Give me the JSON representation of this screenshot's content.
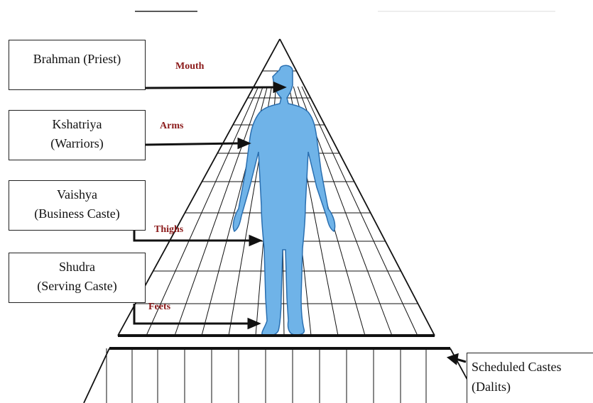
{
  "castes": [
    {
      "line1": "Brahman  (Priest)",
      "line2": "",
      "body_part": "Mouth"
    },
    {
      "line1": "Kshatriya",
      "line2": "(Warriors)",
      "body_part": "Arms"
    },
    {
      "line1": "Vaishya",
      "line2": "(Business Caste)",
      "body_part": "Thighs"
    },
    {
      "line1": "Shudra",
      "line2": "(Serving Caste)",
      "body_part": "Feets"
    }
  ],
  "outcaste": {
    "line1": "Scheduled Castes",
    "line2": "(Dalits)"
  },
  "colors": {
    "body": "#6fb3e8",
    "body_outline": "#2a6fb0",
    "label": "#8b1a1a",
    "lines": "#111111"
  }
}
